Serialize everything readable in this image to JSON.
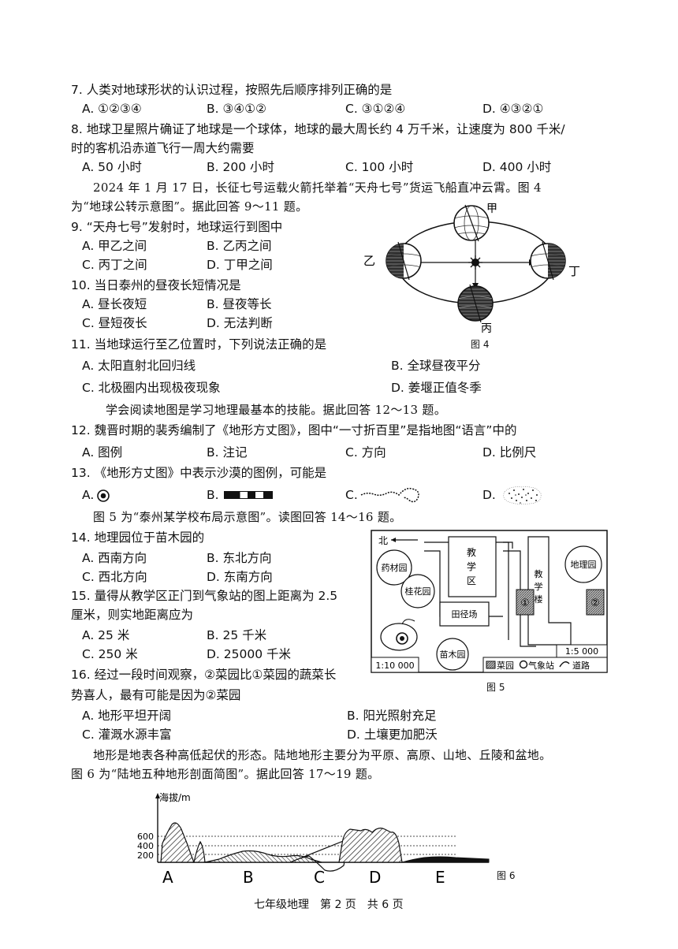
{
  "q7": {
    "stem": "7. 人类对地球形状的认识过程，按照先后顺序排列正确的是",
    "options": [
      "A. ①②③④",
      "B. ③④①②",
      "C. ③①②④",
      "D. ④③②①"
    ]
  },
  "q8": {
    "stem1": "8. 地球卫星照片确证了地球是一个球体，地球的最大周长约 4 万千米，让速度为 800 千米/",
    "stem2": "时的客机沿赤道飞行一周大约需要",
    "options": [
      "A. 50 小时",
      "B. 200 小时",
      "C. 100 小时",
      "D. 400 小时"
    ]
  },
  "intro1": {
    "line1": "2024 年 1 月 17 日，长征七号运载火箭托举着“天舟七号”货运飞船直冲云霄。图 4",
    "line2": "为“地球公转示意图”。据此回答 9～11 题。"
  },
  "q9": {
    "stem": "9. “天舟七号”发射时，地球运行到图中",
    "options": [
      "A. 甲乙之间",
      "B. 乙丙之间",
      "C. 丙丁之间",
      "D. 丁甲之间"
    ]
  },
  "q10": {
    "stem": "10. 当日泰州的昼夜长短情况是",
    "options": [
      "A. 昼长夜短",
      "B. 昼夜等长",
      "C. 昼短夜长",
      "D. 无法判断"
    ]
  },
  "fig4": {
    "labels": {
      "jia": "甲",
      "yi": "乙",
      "bing": "丙",
      "ding": "丁"
    },
    "caption": "图 4"
  },
  "q11": {
    "stem": "11. 当地球运行至乙位置时，下列说法正确的是",
    "options": [
      "A. 太阳直射北回归线",
      "B. 全球昼夜平分",
      "C. 北极圈内出现极夜现象",
      "D. 姜堰正值冬季"
    ]
  },
  "intro2": "学会阅读地图是学习地理最基本的技能。据此回答 12～13 题。",
  "q12": {
    "stem": "12. 魏晋时期的裴秀编制了《地形方丈图》，图中“一寸折百里”是指地图“语言”中的",
    "options": [
      "A. 图例",
      "B. 注记",
      "C. 方向",
      "D. 比例尺"
    ]
  },
  "q13": {
    "stem": "13. 《地形方丈图》中表示沙漠的图例，可能是",
    "options": [
      "A.",
      "B.",
      "C.",
      "D."
    ]
  },
  "intro3": "图 5 为“泰州某学校布局示意图”。读图回答 14～16 题。",
  "q14": {
    "stem": "14. 地理园位于苗木园的",
    "options": [
      "A. 西南方向",
      "B. 东北方向",
      "C. 西北方向",
      "D. 东南方向"
    ]
  },
  "q15": {
    "stem1": "15. 量得从教学区正门到气象站的图上距离为 2.5",
    "stem2": "厘米，则实地距离应为",
    "options": [
      "A. 25 米",
      "B. 25 千米",
      "C. 250 米",
      "D. 25000 千米"
    ]
  },
  "fig5": {
    "north": "北",
    "medicinal": "药材园",
    "osmanthus": "桂花园",
    "teaching_area": [
      "教",
      "学",
      "区"
    ],
    "track": "田径场",
    "nursery": "苗木园",
    "geo_garden": "地理园",
    "teaching_building": [
      "教",
      "学",
      "楼"
    ],
    "plot1": "①",
    "plot2": "②",
    "scale_left": "1:10 000",
    "scale_right": "1:5 000",
    "legend": [
      "菜园",
      "气象站",
      "道路"
    ],
    "caption": "图 5"
  },
  "q16": {
    "stem1": "16. 经过一段时间观察，②菜园比①菜园的蔬菜长",
    "stem2": "势喜人，最有可能是因为②菜园",
    "options": [
      "A. 地形平坦开阔",
      "B. 阳光照射充足",
      "C. 灌溉水源丰富",
      "D. 土壤更加肥沃"
    ]
  },
  "intro4": {
    "line1": "地形是地表各种高低起伏的形态。陆地地形主要分为平原、高原、山地、丘陵和盆地。",
    "line2": "图 6 为“陆地五种地形剖面简图”。据此回答 17～19 题。"
  },
  "fig6": {
    "ylabel": "海拔/m",
    "ticks": [
      "600",
      "400",
      "200"
    ],
    "letters": [
      "A",
      "B",
      "C",
      "D",
      "E"
    ],
    "caption": "图 6"
  },
  "footer": "七年级地理　第 2 页　共 6 页"
}
